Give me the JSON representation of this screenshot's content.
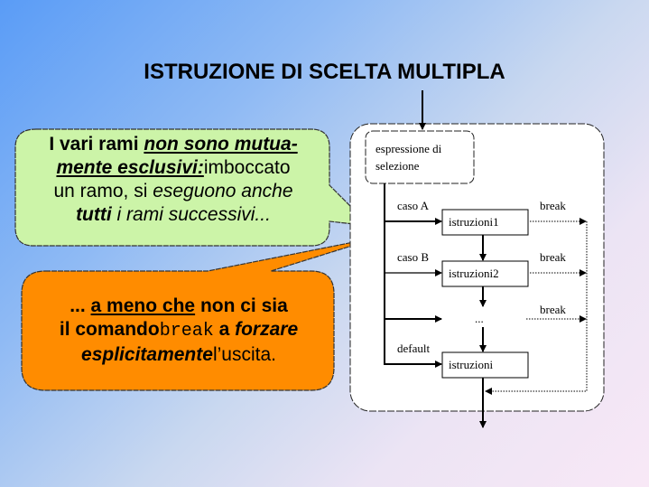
{
  "slide": {
    "title": "ISTRUZIONE DI SCELTA MULTIPLA"
  },
  "green_callout": {
    "p1": "I vari rami ",
    "p2": "non sono mutua-",
    "p3": "mente esclusivi:",
    "p4": "imboccato",
    "p5": "un ramo, si ",
    "p6": "eseguono anche",
    "p7": "tutti",
    "p8": " i rami successivi...",
    "color": "#ccf4a8"
  },
  "orange_callout": {
    "p1": "... ",
    "p2": "a meno che",
    "p3": "non ci sia",
    "p4": "il comando",
    "p5": "break",
    "p6": " a ",
    "p7": "forzare",
    "p8": "esplicitamente",
    "p9": "l’uscita.",
    "color": "#ff8c00"
  },
  "diagram": {
    "selector_line1": "espressione di",
    "selector_line2": "selezione",
    "cases": [
      {
        "label": "caso A",
        "block": "istruzioni1",
        "break": "break"
      },
      {
        "label": "caso B",
        "block": "istruzioni2",
        "break": "break"
      },
      {
        "label": "",
        "block": "...",
        "break": "break"
      },
      {
        "label": "default",
        "block": "istruzioni",
        "break": ""
      }
    ]
  }
}
